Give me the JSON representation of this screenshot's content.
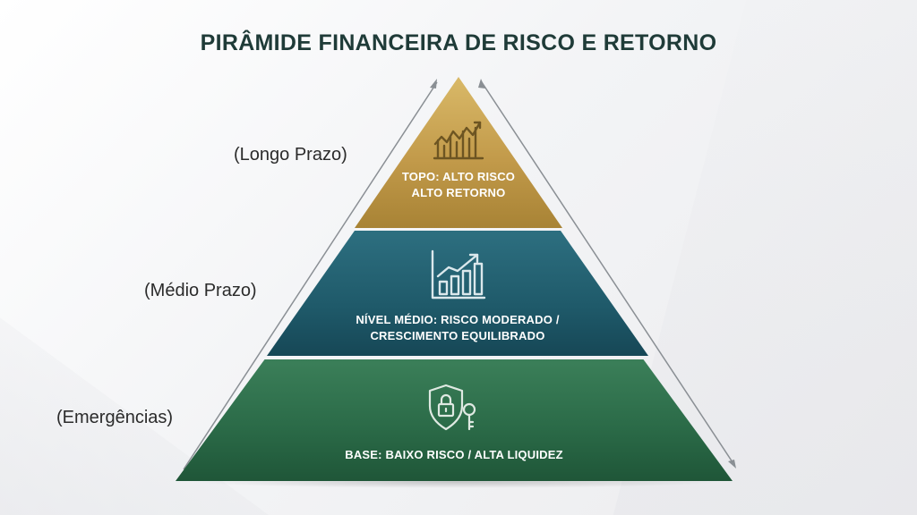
{
  "title": "PIRÂMIDE FINANCEIRA DE RISCO E RETORNO",
  "levels": {
    "top": {
      "line1": "TOPO: ALTO RISCO",
      "line2": "ALTO RETORNO",
      "icon": "growth-chart-icon",
      "color": "#c29a4a"
    },
    "mid": {
      "line1": "NÍVEL MÉDIO: RISCO MODERADO /",
      "line2": "CRESCIMENTO EQUILIBRADO",
      "icon": "bar-chart-rising-icon",
      "color": "#1f5a6a"
    },
    "base": {
      "line1": "BASE: BAIXO RISCO / ALTA LIQUIDEZ",
      "icon": "shield-lock-key-icon",
      "color": "#2b6b48"
    }
  },
  "side_labels": {
    "long": "(Longo Prazo)",
    "mid": "(Médio Prazo)",
    "emergency": "(Emergências)"
  }
}
